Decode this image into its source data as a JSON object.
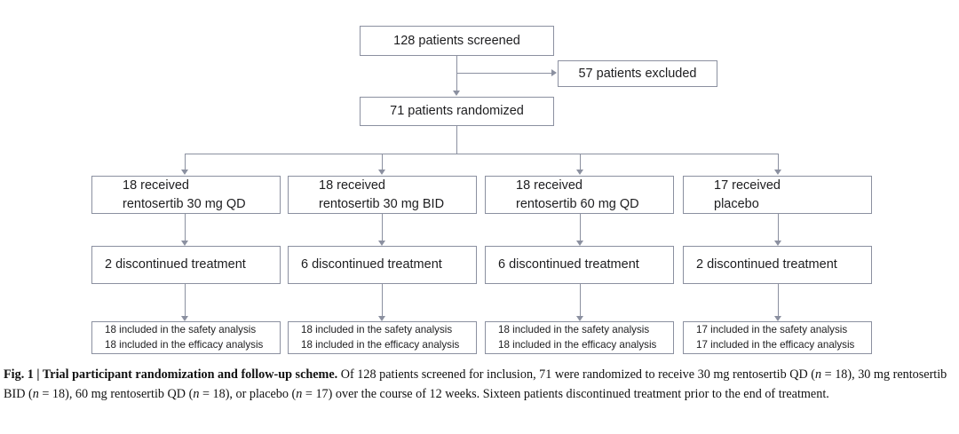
{
  "figure": {
    "nodes": {
      "screened": {
        "line1": "128 patients screened"
      },
      "excluded": {
        "line1": "57 patients excluded"
      },
      "randomized": {
        "line1": "71 patients randomized"
      },
      "arm1_received": {
        "line1": "18 received",
        "line2": "rentosertib 30 mg QD"
      },
      "arm2_received": {
        "line1": "18 received",
        "line2": "rentosertib 30 mg BID"
      },
      "arm3_received": {
        "line1": "18 received",
        "line2": "rentosertib 60 mg QD"
      },
      "arm4_received": {
        "line1": "17 received",
        "line2": "placebo"
      },
      "arm1_discontinued": {
        "line1": "2 discontinued treatment"
      },
      "arm2_discontinued": {
        "line1": "6 discontinued treatment"
      },
      "arm3_discontinued": {
        "line1": "6 discontinued treatment"
      },
      "arm4_discontinued": {
        "line1": "2 discontinued treatment"
      },
      "arm1_analysis": {
        "line1": "18 included in the safety analysis",
        "line2": "18 included in the efficacy analysis"
      },
      "arm2_analysis": {
        "line1": "18 included in the safety analysis",
        "line2": "18 included in the efficacy analysis"
      },
      "arm3_analysis": {
        "line1": "18 included in the safety analysis",
        "line2": "18 included in the efficacy analysis"
      },
      "arm4_analysis": {
        "line1": "17 included in the safety analysis",
        "line2": "17 included in the efficacy analysis"
      }
    },
    "colors": {
      "box_border": "#8b90a0",
      "connector": "#8b90a0",
      "text": "#1d1d1f",
      "background": "#ffffff"
    }
  },
  "caption": {
    "figure_label": "Fig. 1 | ",
    "title": "Trial participant randomization and follow-up scheme.",
    "body_part1": " Of 128 patients screened for inclusion, 71 were randomized to receive 30 mg rentosertib QD (",
    "n1_var": "n",
    "n1_val": " = 18), 30 mg rentosertib BID (",
    "n2_var": "n",
    "n2_val": " = 18), 60 mg rentosertib QD (",
    "n3_var": "n",
    "n3_val": " = 18), or placebo (",
    "n4_var": "n",
    "n4_val": " = 17) over the course of 12 weeks. Sixteen patients discontinued treatment prior to the end of treatment."
  }
}
